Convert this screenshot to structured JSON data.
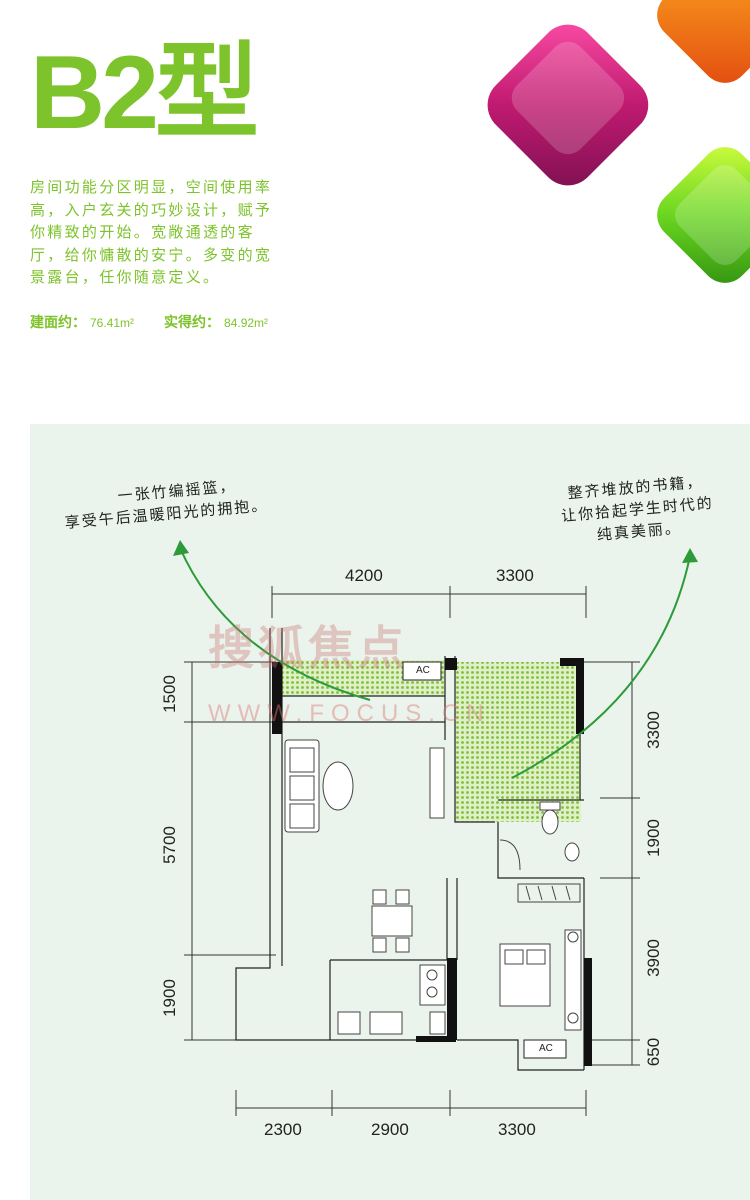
{
  "header": {
    "title": "B2型",
    "description": [
      "房间功能分区明显，空间使用率",
      "高，入户玄关的巧妙设计，赋予",
      "你精致的开始。宽敞通透的客",
      "厅，给你慵散的安宁。多变的宽",
      "景露台，任你随意定义。"
    ],
    "build_area_label": "建面约：",
    "build_area_value": "76.41m²",
    "actual_area_label": "实得约：",
    "actual_area_value": "84.92m²"
  },
  "colors": {
    "brand_green": "#7dc32b",
    "panel_bg": "#eaf4ec",
    "wall": "#111111",
    "arrow_green": "#2e9a3a",
    "balcony_fill": "#a9d17a"
  },
  "floorplan": {
    "note_left": [
      "一张竹编摇篮，",
      "享受午后温暖阳光的拥抱。"
    ],
    "note_right": [
      "整齐堆放的书籍，",
      "让你拾起学生时代的",
      "纯真美丽。"
    ],
    "top_dims": [
      "4200",
      "3300"
    ],
    "bottom_dims": [
      "2300",
      "2900",
      "3300"
    ],
    "left_dims": [
      "1500",
      "5700",
      "1900"
    ],
    "right_dims": [
      "3300",
      "1900",
      "3900",
      "650"
    ],
    "ac_labels": [
      "AC",
      "AC"
    ],
    "watermark_text": "搜狐焦点",
    "watermark_url": "WWW.FOCUS.CN"
  }
}
